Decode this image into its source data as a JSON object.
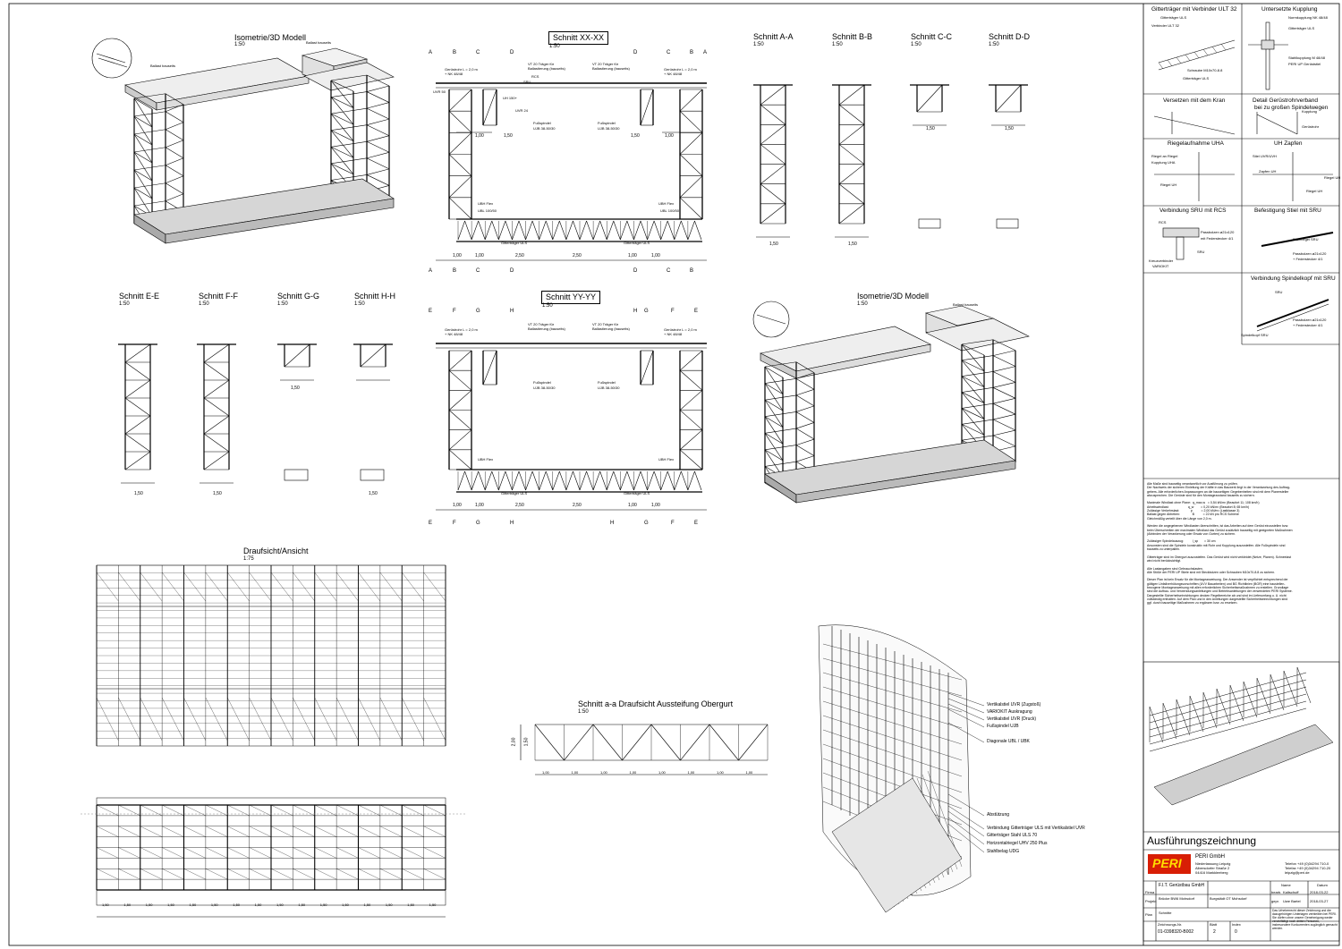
{
  "views": {
    "iso1": {
      "title": "Isometrie/3D Modell",
      "scale": "1:50",
      "notes": [
        "Ballast bauseits",
        "Ballast bauseits"
      ]
    },
    "xx": {
      "title": "Schnitt  XX-XX",
      "scale": "1:50",
      "labels": [
        "Gerüstrohr L = 2,0 m",
        "+ NK 48/48",
        "VT 20 Träger für",
        "Ballastierung (bauseits)",
        "RCS",
        "SRU",
        "UVR 50",
        "UVR 24",
        "Fußspindel",
        "UJB 38-50/30",
        "UH 150+",
        "UBH Flex",
        "UBL 100/50",
        "Gitterträger ULS"
      ],
      "dims": [
        "1,00",
        "1,00",
        "2,50",
        "2,50",
        "1,00",
        "1,00",
        "1,50",
        "1,50"
      ],
      "axes_top": [
        "A",
        "B",
        "C",
        "D",
        "D",
        "C",
        "B",
        "A"
      ]
    },
    "yy": {
      "title": "Schnitt  YY-YY",
      "scale": "1:50",
      "dims": [
        "1,00",
        "1,00",
        "2,50",
        "2,50",
        "1,00",
        "1,00"
      ],
      "axes_top": [
        "E",
        "F",
        "G",
        "H",
        "H",
        "G",
        "F",
        "E"
      ]
    },
    "sections_top": [
      {
        "title": "Schnitt   A-A",
        "scale": "1:50",
        "dim": "1,50"
      },
      {
        "title": "Schnitt   B-B",
        "scale": "1:50",
        "dim": "1,50"
      },
      {
        "title": "Schnitt   C-C",
        "scale": "1:50",
        "dim": "1,50"
      },
      {
        "title": "Schnitt   D-D",
        "scale": "1:50",
        "dim": "1,50"
      }
    ],
    "sections_mid": [
      {
        "title": "Schnitt   E-E",
        "scale": "1:50",
        "dim": "1,50"
      },
      {
        "title": "Schnitt   F-F",
        "scale": "1:50",
        "dim": "1,50"
      },
      {
        "title": "Schnitt   G-G",
        "scale": "1:50",
        "dim": "1,50"
      },
      {
        "title": "Schnitt   H-H",
        "scale": "1:50",
        "dim": "1,50"
      }
    ],
    "iso2": {
      "title": "Isometrie/3D Modell",
      "scale": "1:50",
      "note": "Ballast bauseits"
    },
    "plan": {
      "title": "Draufsicht/Ansicht",
      "scale": "1:75",
      "dims": [
        "1,50",
        "1,50",
        "1,50",
        "1,50",
        "1,50",
        "1,50",
        "1,50",
        "1,50",
        "1,50",
        "1,50",
        "1,50",
        "1,50",
        "1,50",
        "1,50",
        "1,50",
        "1,50"
      ]
    },
    "aa": {
      "title": "Schnitt a-a   Draufsicht Aussteifung Obergurt",
      "scale": "1:50",
      "dims": [
        "1,00",
        "1,00",
        "1,00",
        "1,00",
        "1,00",
        "1,00",
        "1,00",
        "1,00"
      ],
      "height": "2,00",
      "height2": "1,50"
    },
    "detail3d": {
      "labels": [
        "Vertikalstiel UVR (Zugstoß)",
        "VARIOKIT Auskragung",
        "Vertikalstiel UVR (Druck)",
        "Fußspindel UJB",
        "Diagonale UBL / UBK",
        "Abstützung",
        "Verbindung  Gitterträger ULS mit Vertikalstiel UVR",
        "Gitterträger Stahl ULS 70",
        "Horizontalriegel UHV 250 Plus",
        "Stahlbelag UDG"
      ]
    }
  },
  "details": [
    {
      "title": "Gitterträger mit Verbinder ULT 32",
      "labels": [
        "Gitterträger ULS",
        "Verbinder ULT 32",
        "Schraube M10x70-8.8",
        "Gitterträger ULS"
      ]
    },
    {
      "title": "Untersetzte Kupplung",
      "labels": [
        "Normkupplung NK 48/48",
        "Gitterträger ULS",
        "Stahlkupplung M 48/48",
        "PERI UP Gerüststiel"
      ]
    },
    {
      "title": "Versetzen mit dem Kran",
      "labels": []
    },
    {
      "title": "Detail Gerüstrohrverband",
      "title2": "bei zu großen Spindelwegen",
      "labels": [
        "Kupplung",
        "Gerüstrohr"
      ]
    },
    {
      "title": "Riegelaufnahme UHA",
      "labels": [
        "Riegel an Riegel",
        "Kupplung UHA",
        "Riegel UH"
      ]
    },
    {
      "title": "UH Zapfen",
      "labels": [
        "Stiel UVR/UVH",
        "Zapfen UH",
        "Riegel UH",
        "Riegel UH"
      ]
    },
    {
      "title": "Verbindung SRU mit RCS",
      "labels": [
        "RCS",
        "Passbolzen ⌀21x120",
        "mit Federstecker 4/1",
        "SRU",
        "Kreuzverbinder",
        "VARIOKIT"
      ]
    },
    {
      "title": "Befestigung Stiel mit SRU",
      "labels": [
        "Stahlriegel SRU",
        "Passbolzen ⌀21x120",
        "+ Federstecker 4/1"
      ]
    },
    {
      "title": "Verbindung Spindelkopf mit SRU",
      "labels": [
        "SRU",
        "Passbolzen ⌀21x120",
        "Spindelkopf SRU",
        "+ Federstecker 4/1"
      ]
    }
  ],
  "notes": [
    "Alle Maße sind bauseitig verantwortlich vor Ausführung zu prüfen.",
    "Der Nachweis der sicheren Einleitung der Kräfte in das Bauwerk liegt in der Verantwortung des Auftrag-",
    "gebers. Alle erforderlichen Anpassungen an die bauseitigen Gegebenheiten sind mit dem Planersteller",
    "abzusprechen. Die Gerüste sind für den Montagezustand bauseits zu sichern.",
    "",
    "Maximale Windlast ohne Plane:  q_max,w   = 0,54 kN/m² (Beaufort 11; 108 km/h)",
    "Arbeitswindlast:                      q_w        = 0,20 kN/m² (Beaufort 8; 65 km/h)",
    "Zulässige Verkehrslast:             p          = 2,00 kN/m² (Lastklasse 3)",
    "Ballast gegen Abheben:              B          = 22 kN pro RCS Schiene",
    "Gleichmäßig verteilt über die Länge von 2,0 m.",
    "",
    "Werden die angegebenen Windlasten überschritten, ist das Arbeiten auf dem Gerüst einzustellen bzw.",
    "beim Überschreiten der maximalen Windlast das Gerüst zusätzlich bauseitig mit geeigneten Maßnahmen",
    "(Abbinden der Verankerung oder Ersatz von Gurten) zu sichern.",
    "",
    "Zulässiger Spindelauszug:          l_sp       = 30 cm",
    "Ansonsten sind die Spindeln konstruktiv mit Rohr und Kupplung auszusteifen. Alle Fußspindeln sind",
    "bauseits zu unterpallen.",
    "",
    "Gitterträger sind im Obergurt auszusteifen. Das Gerüst wird nicht verkleidet (Netze, Planen). Schneelast",
    "wird nicht berücksichtigt.",
    "",
    "Alle Lastangaben sind Gebrauchslasten.",
    "Alle Stöße der PERI UP Stiele sind mit Steckbolzen oder Schrauben M10x70-8.8 zu sichern.",
    "",
    "Dieser Plan ist kein Ersatz für die Montageanweisung. Der Anwender ist verpflichtet entsprechend der",
    "gültigen Unfallverhütungsvorschriften (UVV Bauarbeiten) und BG Richtlinien (BGR) eine baustellen-",
    "bezogene Montageanweisung mit allen erforderlichen Sicherheitsmaßnahmen zu erstellen. Grundlage",
    "sind die Aufbau- und Verwendungsanleitungen und Betriebsanleitungen der verwendeten PERI Systeme.",
    "Dargestellte Sicherheitseinrichtungen decken Regelbereiche ab und sind im Lieferumfang u. U. nicht",
    "vollständig enthalten. Auf dem Plan und in den Anleitungen dargestellte Sicherheitseinrichtungen sind",
    "ggf. durch bauseitige Maßnahmen zu ergänzen bzw. zu ersetzen."
  ],
  "title_block": {
    "title": "Ausführungszeichnung",
    "logo": "PERI",
    "company": "PERI GmbH",
    "branch": [
      "Niederlassung Leipzig",
      "Albersdorfer Straße 2",
      "04416 Markkleeberg"
    ],
    "contact": [
      "Telefon +49 (0)34294 710-0",
      "Telefax +49 (0)34294 710-20",
      "leipzig@peri.de"
    ],
    "firma_label": "Firma",
    "firma": "F.I.T. Gerüstbau GmbH",
    "rows": [
      {
        "label": "bearb.",
        "name": "Kaltschuff",
        "date": "2018-03-22"
      },
      {
        "label": "gepr.",
        "name": "Uwe Bartel",
        "date": "2018-03-27"
      }
    ],
    "headers": [
      "Name",
      "Datum"
    ],
    "projekt_label": "Projekt",
    "projekt": "Brücke BW6 Mohsdorf",
    "projekt2": "Burgstädt OT Mohsdorf",
    "plan_label": "Plan",
    "plan": "Schnitte",
    "copyright": "Das Urheberrecht dieser Zeichnung und die dazugehörigen Unterlagen verbleiben bei PERI. Sie dürfen ohne unsere Genehmigung weder vervielfältigt noch dritten Personen, insbesondere Konkurrenten zugänglich gemacht werden.",
    "nr_label": "Zeichnungs-Nr.",
    "nr": "01-0398320-B002",
    "blatt_label": "Blatt",
    "blatt": "2",
    "index_label": "Index",
    "index": "0"
  },
  "colors": {
    "line": "#000000",
    "gray": "#6a6a6a",
    "logo_bg": "#d81e05",
    "logo_text": "#ffde00"
  }
}
